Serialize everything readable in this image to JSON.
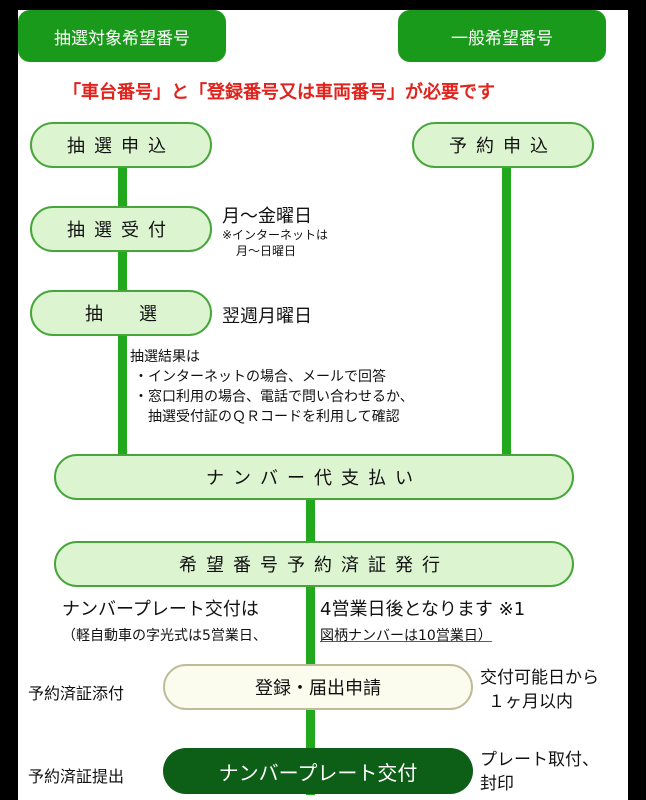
{
  "header": {
    "left_tab": "抽選対象希望番号",
    "right_tab": "一般希望番号",
    "requirement_note": "「車台番号」と「登録番号又は車両番号」が必要です"
  },
  "left_flow": {
    "step_apply": "抽選申込",
    "step_accept": "抽選受付",
    "accept_days": "月～金曜日",
    "accept_net_note_line1": "※インターネットは",
    "accept_net_note_line2": "月～日曜日",
    "step_lottery": "抽　　選",
    "lottery_day": "翌週月曜日",
    "result_heading": "抽選結果は",
    "result_line1": "・インターネットの場合、メールで回答",
    "result_line2": "・窓口利用の場合、電話で問い合わせるか、",
    "result_line3": "抽選受付証のＱＲコードを利用して確認"
  },
  "right_flow": {
    "step_reserve": "予約申込"
  },
  "common_flow": {
    "payment": "ナンバー代支払い",
    "certificate": "希望番号予約済証発行",
    "plate_delivery_a": "ナンバープレート交付は",
    "plate_delivery_b": "4営業日後となります ※1",
    "plate_note_a": "（軽自動車の字光式は5営業日、",
    "plate_note_b": "図柄ナンバーは10営業日）",
    "attach_label": "予約済証添付",
    "registration": "登録・届出申請",
    "registration_note_line1": "交付可能日から",
    "registration_note_line2": "１ヶ月以内",
    "submit_label": "予約済証提出",
    "plate_issue": "ナンバープレート交付",
    "plate_issue_note_line1": "プレート取付、",
    "plate_issue_note_line2": "封印"
  },
  "colors": {
    "tab_green": "#1a9a1a",
    "flow_line": "#22a81c",
    "pill_fill": "#dcf5d0",
    "dark_pill": "#0d5e16",
    "red_text": "#e0231c"
  }
}
